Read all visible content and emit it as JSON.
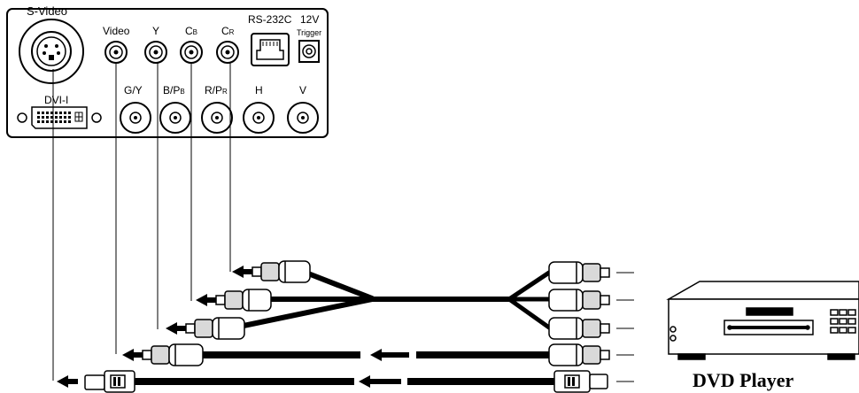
{
  "panel": {
    "svideo_label": "S-Video",
    "video_label": "Video",
    "y_label": "Y",
    "cb_main": "C",
    "cb_sub": "B",
    "cr_main": "C",
    "cr_sub": "R",
    "rs232_label": "RS-232C",
    "v12_label": "12V",
    "trigger_label": "Trigger",
    "dvi_label": "DVI-I",
    "gy_label": "G/Y",
    "bpb_main": "B/P",
    "bpb_sub": "B",
    "rpr_main": "R/P",
    "rpr_sub": "R",
    "h_label": "H",
    "v_label": "V"
  },
  "device": {
    "label": "DVD Player"
  },
  "colors": {
    "line": "#000000",
    "background": "#ffffff",
    "fill_light": "#d9d9d9"
  }
}
